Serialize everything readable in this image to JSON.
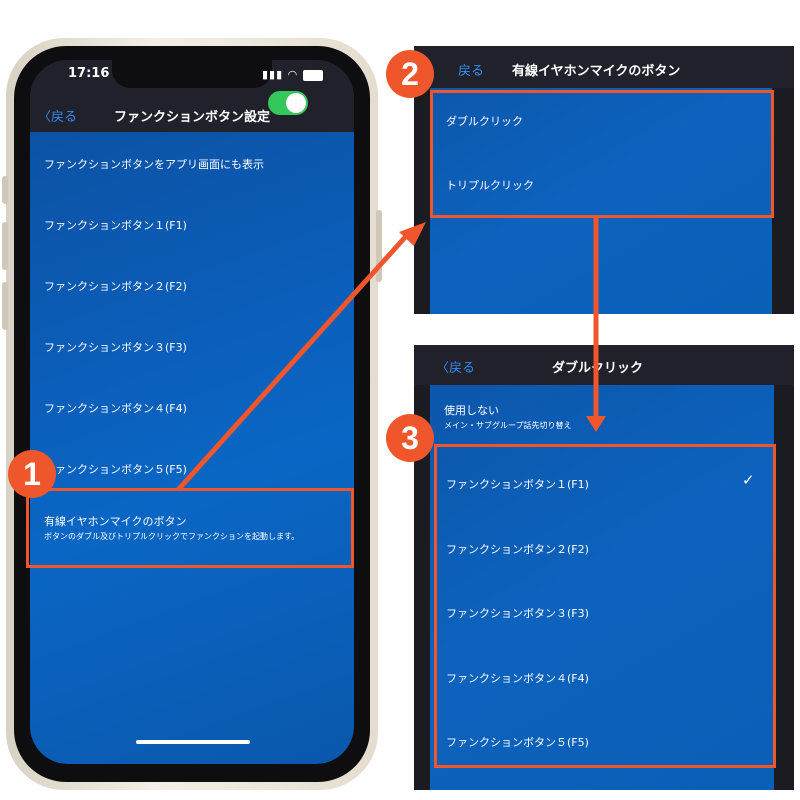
{
  "colors": {
    "accent": "#f0562c",
    "toggle": "#34c759",
    "link": "#2f8df5",
    "nav": "#21212b"
  },
  "phone": {
    "time": "17:16",
    "status_icons": "signal-icon wifi-icon battery-icon",
    "back_label": "戻る",
    "title": "ファンクションボタン設定",
    "toggle_label": "ファンクションボタンをアプリ画面にも表示",
    "toggle_on": true,
    "items": [
      "ファンクションボタン１(F1)",
      "ファンクションボタン２(F2)",
      "ファンクションボタン３(F3)",
      "ファンクションボタン４(F4)",
      "ファンクションボタン５(F5)"
    ],
    "wired_title": "有線イヤホンマイクのボタン",
    "wired_desc": "ボタンのダブル及びトリプルクリックでファンクションを起動します。"
  },
  "panel2": {
    "back_label": "戻る",
    "title": "有線イヤホンマイクのボタン",
    "options": [
      "ダブルクリック",
      "トリプルクリック"
    ]
  },
  "panel3": {
    "back_label": "戻る",
    "title": "ダブルクリック",
    "not_used_label": "使用しない",
    "not_used_desc": "メイン・サブグループ話先切り替え",
    "items": [
      "ファンクションボタン１(F1)",
      "ファンクションボタン２(F2)",
      "ファンクションボタン３(F3)",
      "ファンクションボタン４(F4)",
      "ファンクションボタン５(F5)"
    ],
    "checkmark": "✓"
  },
  "badges": [
    "1",
    "2",
    "3"
  ]
}
